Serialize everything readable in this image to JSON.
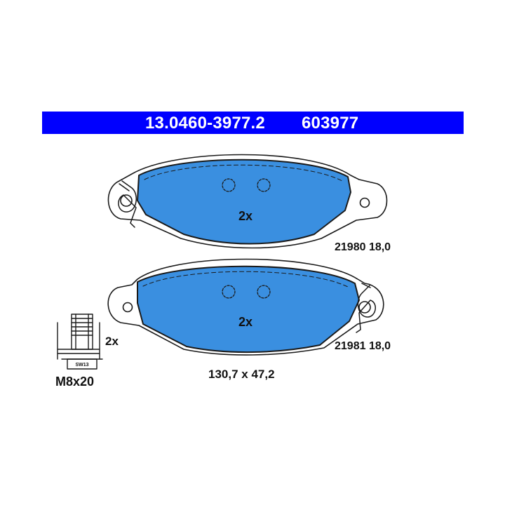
{
  "header": {
    "part_number": "13.0460-3977.2",
    "short_number": "603977"
  },
  "pads": [
    {
      "quantity": "2x",
      "spec": "21980 18,0"
    },
    {
      "quantity": "2x",
      "spec": "21981 18,0"
    }
  ],
  "dimensions": "130,7 x 47,2",
  "bolt": {
    "quantity": "2x",
    "size": "M8x20",
    "wrench_mark": "SW13"
  },
  "colors": {
    "banner": "#0000ff",
    "pad_friction": "#3a8fe0",
    "outline": "#1a1a1a"
  }
}
